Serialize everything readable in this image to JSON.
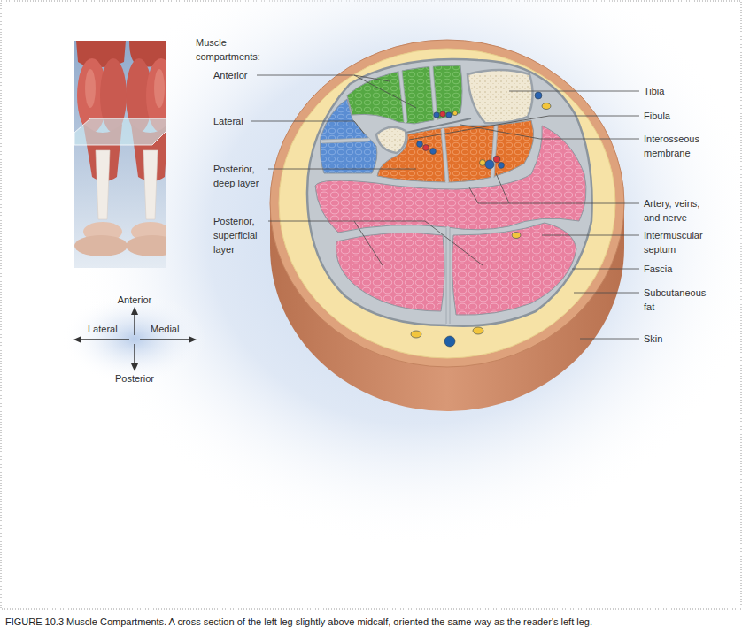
{
  "diagram": {
    "caption": "FIGURE 10.3 Muscle Compartments. A cross section of the left leg slightly above midcalf, oriented the same way as the reader's left leg.",
    "labels": [
      "Muscle compartments:",
      "Anterior",
      "Lateral",
      "Posterior, deep layer",
      "Posterior, superficial layer",
      "Tibia",
      "Fibula",
      "Interosseous membrane",
      "Artery, veins, and nerve",
      "Intermuscular septum",
      "Fascia",
      "Subcutaneous fat",
      "Skin",
      "Anterior",
      "Lateral",
      "Medial",
      "Posterior"
    ]
  }
}
